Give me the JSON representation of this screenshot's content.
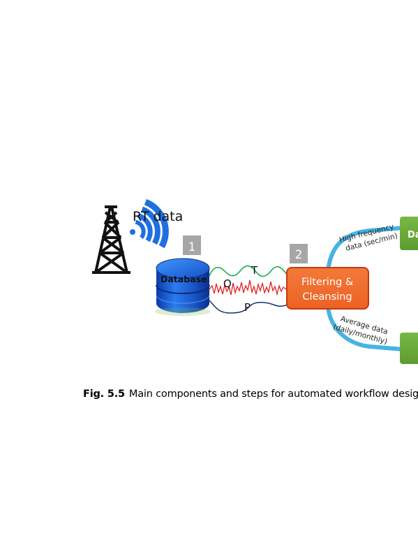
{
  "diagram": {
    "source_label": "RT data",
    "step_badges": [
      "1",
      "2"
    ],
    "database_label": "Database",
    "signal_labels": {
      "t": "T",
      "q": "Q",
      "p": "P"
    },
    "filter_box_line1": "Filtering &",
    "filter_box_line2": "Cleansing",
    "branch_high": {
      "line1": "High frequency",
      "line2": "data (sec/min)"
    },
    "branch_avg": {
      "line1": "Average data",
      "line2": "(daily/monthly)"
    },
    "right_box_top_label": "Da",
    "colors": {
      "tower": "#111111",
      "wifi": "#1f6fe0",
      "badge": "#a6a6a6",
      "database": "#1a56c8",
      "signal_t": "#1aa64a",
      "signal_q": "#e02020",
      "signal_p": "#1b2f6e",
      "filter_box": "#f06d2e",
      "branch": "#46b3e6",
      "green_box": "#6aaa3a"
    }
  },
  "caption": {
    "fig_number": "Fig. 5.5",
    "text": "Main components and steps for automated workflow desig"
  }
}
